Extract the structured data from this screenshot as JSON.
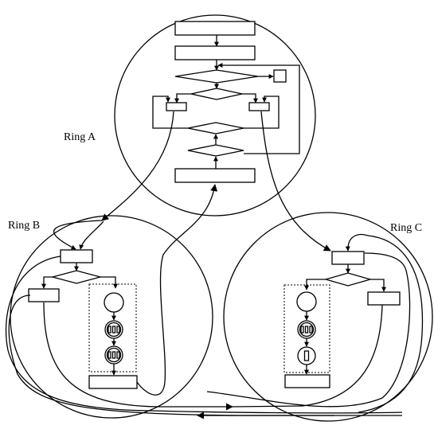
{
  "rings": {
    "a": {
      "label": "Ring A"
    },
    "b": {
      "label": "Ring B"
    },
    "c": {
      "label": "Ring C"
    }
  },
  "colors": {
    "stroke": "#000000",
    "background": "#ffffff"
  }
}
